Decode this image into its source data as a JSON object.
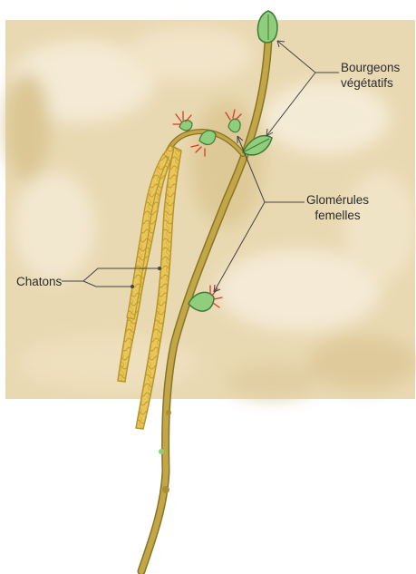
{
  "labels": {
    "bourgeons": [
      "Bourgeons",
      "végétatifs"
    ],
    "glomerules": [
      "Glomérules",
      "femelles"
    ],
    "chatons": "Chatons"
  },
  "colors": {
    "background_wash": "#eadcb8",
    "stem": "#b49a3c",
    "stem_dark": "#8a7424",
    "catkin": "#e8c65a",
    "catkin_edge": "#b8942c",
    "bud": "#8fce7c",
    "bud_edge": "#3f7a38",
    "stigma": "#d83a2a",
    "leader_line": "#444444"
  }
}
